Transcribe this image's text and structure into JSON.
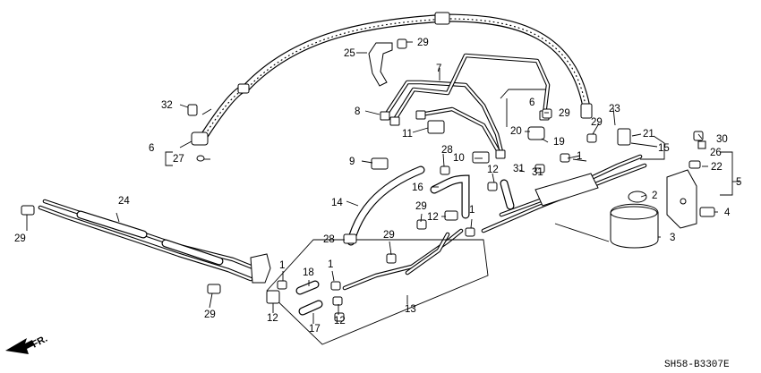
{
  "front_label": "FR.",
  "diagram_code": "SH58-B3307E",
  "callouts": [
    "25",
    "29",
    "7",
    "32",
    "8",
    "6",
    "11",
    "20",
    "29",
    "23",
    "29",
    "21",
    "19",
    "15",
    "30",
    "26",
    "6",
    "27",
    "9",
    "28",
    "10",
    "12",
    "31",
    "31",
    "1",
    "22",
    "5",
    "2",
    "16",
    "24",
    "14",
    "29",
    "12",
    "1",
    "29",
    "28",
    "29",
    "18",
    "1",
    "1",
    "3",
    "4",
    "12",
    "12",
    "17",
    "29",
    "13"
  ]
}
